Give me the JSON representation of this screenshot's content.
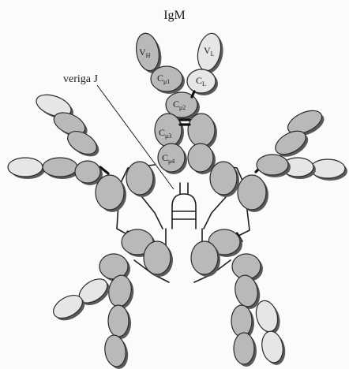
{
  "figure": {
    "title": "IgM",
    "labels": {
      "vh_main": "V",
      "vh_sub": "H",
      "vl_main": "V",
      "vl_sub": "L",
      "cmu1_main": "C",
      "cmu1_sub": "μ1",
      "cl_main": "C",
      "cl_sub": "L",
      "cmu2_main": "C",
      "cmu2_sub": "μ2",
      "cmu3_main": "C",
      "cmu3_sub": "μ3",
      "cmu4_main": "C",
      "cmu4_sub": "μ4"
    },
    "j_chain_label": "veriga J"
  },
  "colors": {
    "heavy_chain": "#b9b9b9",
    "light_chain": "#e6e6e6",
    "outline": "#2a2a2a",
    "background": "#fbfbfb"
  }
}
